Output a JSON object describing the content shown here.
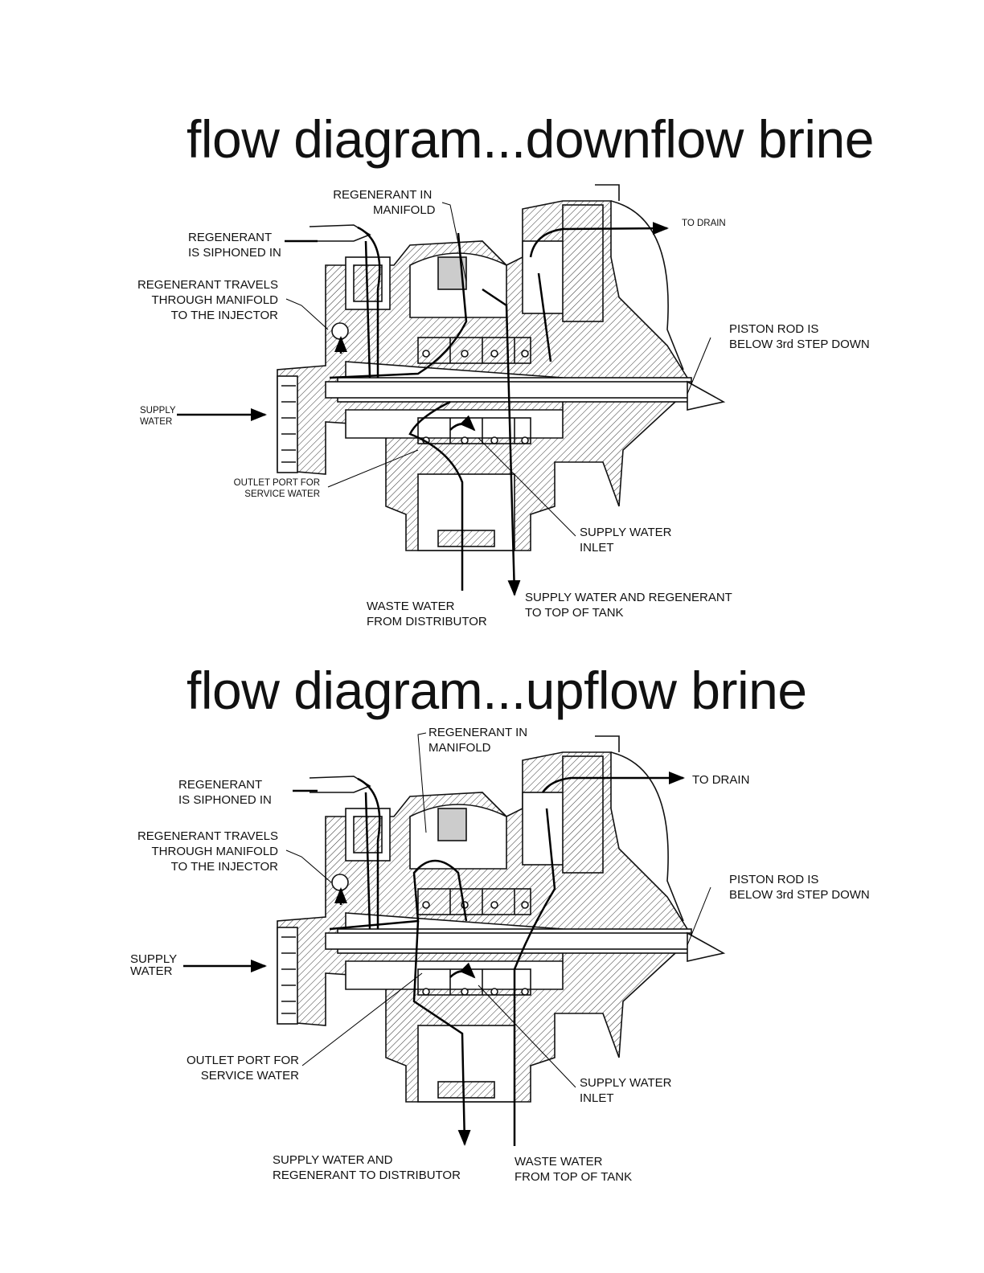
{
  "downflow": {
    "title": "flow diagram...downflow brine",
    "labels": {
      "regenerant_in_manifold": [
        "REGENERANT IN",
        "MANIFOLD"
      ],
      "to_drain": "TO DRAIN",
      "regenerant_siphoned": [
        "REGENERANT",
        "IS SIPHONED IN"
      ],
      "regenerant_travels": [
        "REGENERANT TRAVELS",
        "THROUGH MANIFOLD",
        "TO THE INJECTOR"
      ],
      "piston_rod": [
        "PISTON ROD IS",
        "BELOW 3rd STEP DOWN"
      ],
      "supply_water": [
        "SUPPLY",
        "WATER"
      ],
      "outlet_port": [
        "OUTLET PORT FOR",
        "SERVICE WATER"
      ],
      "supply_water_inlet": [
        "SUPPLY WATER",
        "INLET"
      ],
      "waste_water": [
        "WASTE WATER",
        "FROM DISTRIBUTOR"
      ],
      "supply_regenerant": [
        "SUPPLY WATER AND REGENERANT",
        "TO TOP OF TANK"
      ]
    }
  },
  "upflow": {
    "title": "flow diagram...upflow brine",
    "labels": {
      "regenerant_in_manifold": [
        "REGENERANT IN",
        "MANIFOLD"
      ],
      "to_drain": "TO DRAIN",
      "regenerant_siphoned": [
        "REGENERANT",
        "IS SIPHONED IN"
      ],
      "regenerant_travels": [
        "REGENERANT TRAVELS",
        "THROUGH MANIFOLD",
        "TO THE INJECTOR"
      ],
      "piston_rod": [
        "PISTON ROD IS",
        "BELOW 3rd STEP DOWN"
      ],
      "supply_water": [
        "SUPPLY",
        "WATER"
      ],
      "outlet_port": [
        "OUTLET PORT FOR",
        "SERVICE WATER"
      ],
      "supply_water_inlet": [
        "SUPPLY WATER",
        "INLET"
      ],
      "supply_regenerant": [
        "SUPPLY WATER AND",
        "REGENERANT TO DISTRIBUTOR"
      ],
      "waste_water": [
        "WASTE WATER",
        "FROM TOP OF TANK"
      ]
    }
  }
}
